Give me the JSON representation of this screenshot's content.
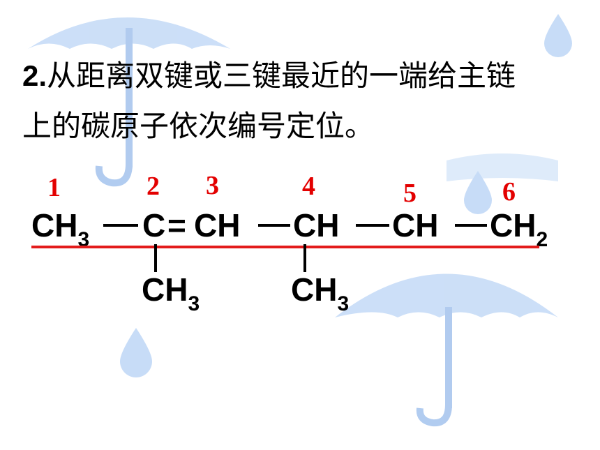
{
  "heading": {
    "number": "2.",
    "line1": "从距离双键或三键最近的一端给主链",
    "line2": "上的碳原子依次编号定位。"
  },
  "colors": {
    "numbering": "#e30000",
    "chain_underline": "#e31c1c",
    "umbrella": "#c7dcf7",
    "umbrella_handle": "#a9c6ee"
  },
  "numbers": [
    "1",
    "2",
    "3",
    "4",
    "5",
    "6"
  ],
  "formula": {
    "main": [
      {
        "base": "CH",
        "sub": "3"
      },
      {
        "base": "C"
      },
      {
        "base": "CH"
      },
      {
        "base": "CH"
      },
      {
        "base": "CH"
      },
      {
        "base": "CH",
        "sub": "2"
      }
    ],
    "double_bond": "=",
    "branches": [
      {
        "base": "CH",
        "sub": "3"
      },
      {
        "base": "CH",
        "sub": "3"
      }
    ]
  },
  "icons": [
    "umbrella-icon",
    "umbrella-icon",
    "umbrella-icon",
    "raindrop-icon",
    "raindrop-icon",
    "raindrop-icon"
  ]
}
